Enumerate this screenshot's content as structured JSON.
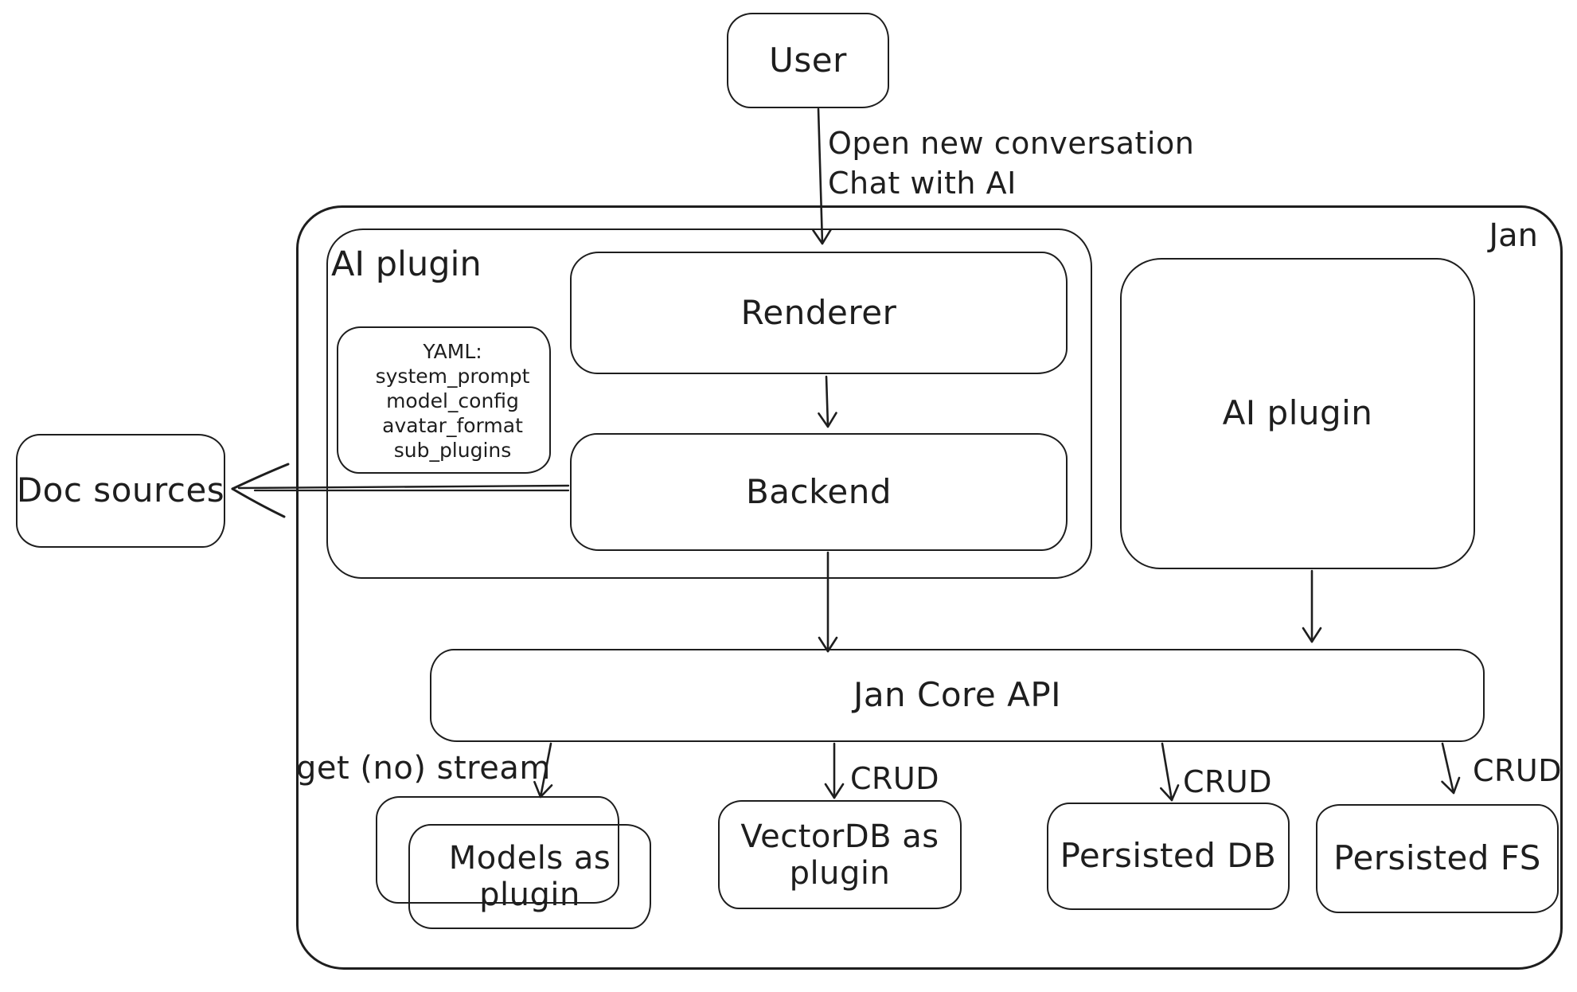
{
  "colors": {
    "stroke": "#1e1e1e",
    "background": "#ffffff"
  },
  "nodes": {
    "user": {
      "label": "User"
    },
    "jan_container": {
      "label": "Jan"
    },
    "ai_plugin_container": {
      "label": "AI plugin"
    },
    "renderer": {
      "label": "Renderer"
    },
    "yaml_note": {
      "lines": [
        "YAML:",
        "system_prompt",
        "model_config",
        "avatar_format",
        "sub_plugins"
      ]
    },
    "backend": {
      "label": "Backend"
    },
    "ai_plugin_right": {
      "label": "AI plugin"
    },
    "doc_sources": {
      "label": "Doc sources"
    },
    "jan_core_api": {
      "label": "Jan Core API"
    },
    "models_plugin": {
      "label": "Models as\nplugin"
    },
    "vectordb_plugin": {
      "label": "VectorDB as\nplugin"
    },
    "persisted_db": {
      "label": "Persisted DB"
    },
    "persisted_fs": {
      "label": "Persisted FS"
    }
  },
  "edges": {
    "user_to_renderer": {
      "labels": [
        "Open new conversation",
        "Chat with AI"
      ]
    },
    "core_api_to_models": {
      "label": "get (no) stream"
    },
    "core_api_to_vectordb": {
      "label": "CRUD"
    },
    "core_api_to_persisted_db": {
      "label": "CRUD"
    },
    "core_api_to_persisted_fs": {
      "label": "CRUD"
    }
  }
}
